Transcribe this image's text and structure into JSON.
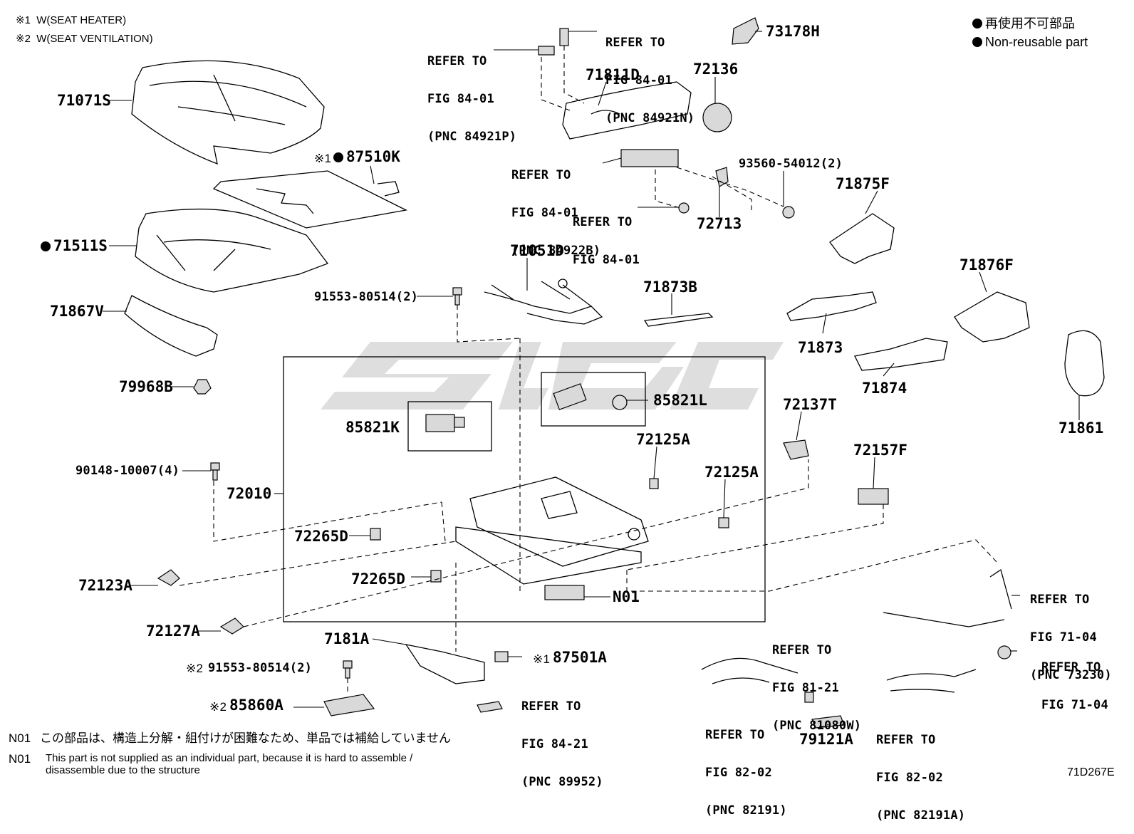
{
  "notes": {
    "seat_heater": "※1  W(SEAT HEATER)",
    "seat_ventilation": "※2  W(SEAT VENTILATION)"
  },
  "legend": {
    "jp": "再使用不可部品",
    "en": "Non-reusable part"
  },
  "parts": {
    "p71071S": "71071S",
    "p87510K_mark": "※1",
    "p87510K": "87510K",
    "p71511S": "71511S",
    "p71867V": "71867V",
    "p79968B": "79968B",
    "p85821K": "85821K",
    "p90148": "90148-10007(4)",
    "p72010": "72010",
    "p72265D_1": "72265D",
    "p72123A": "72123A",
    "p72265D_2": "72265D",
    "p72127A": "72127A",
    "p7181A": "7181A",
    "p91553b_mark": "※2",
    "p91553b": "91553-80514(2)",
    "p85860A_mark": "※2",
    "p85860A": "85860A",
    "p87501A_mark": "※1",
    "p87501A": "87501A",
    "p91553a": "91553-80514(2)",
    "p71051D": "71051D",
    "p71873B": "71873B",
    "p71811D": "71811D",
    "p72136": "72136",
    "p73178H": "73178H",
    "p93560": "93560-54012(2)",
    "p72713": "72713",
    "p71875F": "71875F",
    "p71876F": "71876F",
    "p71873": "71873",
    "p71874": "71874",
    "p71861": "71861",
    "p85821L": "85821L",
    "p72125A_1": "72125A",
    "p72125A_2": "72125A",
    "p72137T": "72137T",
    "p72157F": "72157F",
    "pN01": "N01",
    "p79121A": "79121A"
  },
  "refs": {
    "r1": [
      "REFER TO",
      "FIG 84-01",
      "(PNC 84921P)"
    ],
    "r2": [
      "REFER TO",
      "FIG 84-01",
      "(PNC 84921N)"
    ],
    "r3": [
      "REFER TO",
      "FIG 84-01",
      "(PNC 84922B)"
    ],
    "r4": [
      "REFER TO",
      "FIG 84-01"
    ],
    "r5": [
      "REFER TO",
      "FIG 84-21",
      "(PNC 89952)"
    ],
    "r6": [
      "REFER TO",
      "FIG 81-21",
      "(PNC 81080W)"
    ],
    "r7": [
      "REFER TO",
      "FIG 82-02",
      "(PNC 82191)"
    ],
    "r8": [
      "REFER TO",
      "FIG 82-02",
      "(PNC 82191A)"
    ],
    "r9": [
      "REFER TO",
      "FIG 71-04",
      "(PNC 73230)"
    ],
    "r10": [
      "REFER TO",
      "FIG 71-04"
    ]
  },
  "footer": {
    "n01_label_1": "N01",
    "n01_jp": "この部品は、構造上分解・組付けが困難なため、単品では補給していません",
    "n01_label_2": "N01",
    "n01_en_1": "This part is not supplied as an individual part, because it is hard to assemble /",
    "n01_en_2": "disassemble due to the structure",
    "figure_code": "71D267E"
  }
}
